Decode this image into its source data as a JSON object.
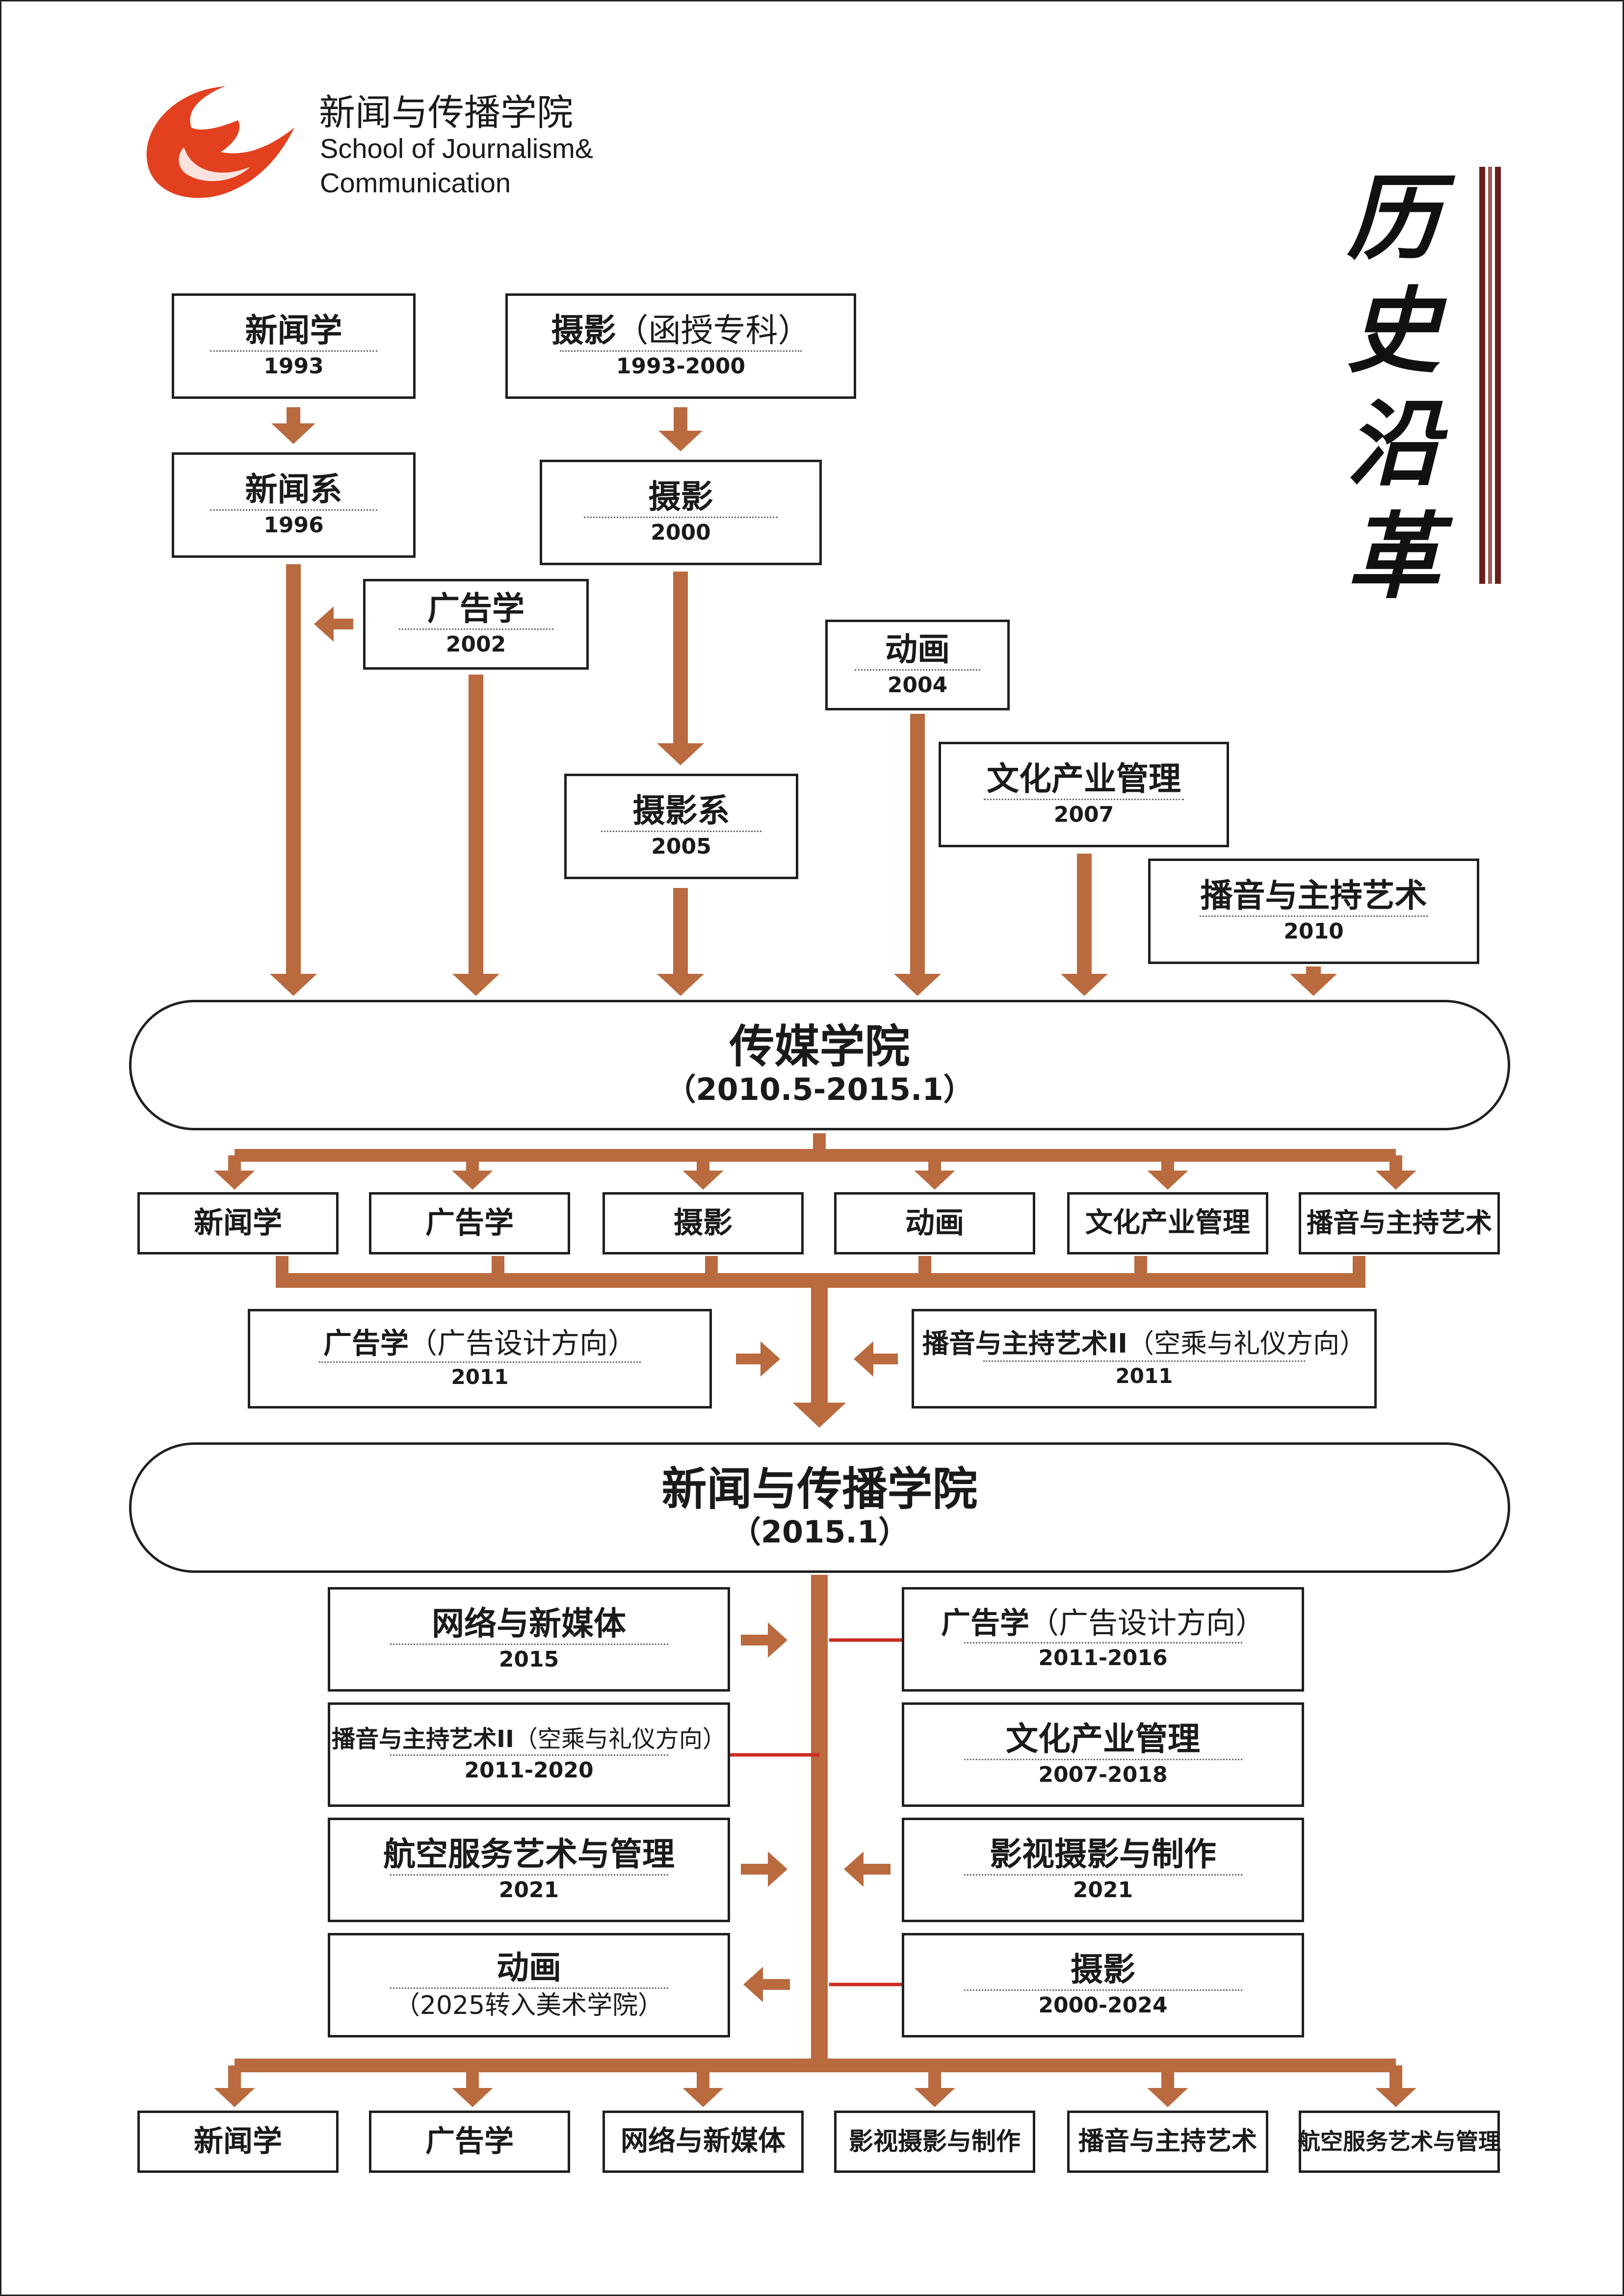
{
  "logo": {
    "name_cn": "新闻与传播学院",
    "name_en_line1": "School of Journalism&",
    "name_en_line2": "Communication"
  },
  "heading": {
    "chars": [
      "历",
      "史",
      "沿",
      "革"
    ]
  },
  "colors": {
    "arrow": "#b96a3e",
    "red_line": "#cc2a22",
    "heading_bar": "#6b1f1a",
    "logo_red": "#e2401e"
  },
  "origins": [
    {
      "name": "新闻学",
      "date": "1993"
    },
    {
      "name": "摄影",
      "name_suffix": "（函授专科）",
      "date": "1993-2000"
    },
    {
      "name": "新闻系",
      "date": "1996"
    },
    {
      "name": "摄影",
      "date": "2000"
    },
    {
      "name": "广告学",
      "date": "2002"
    },
    {
      "name": "动画",
      "date": "2004"
    },
    {
      "name": "摄影系",
      "date": "2005"
    },
    {
      "name": "文化产业管理",
      "date": "2007"
    },
    {
      "name": "播音与主持艺术",
      "date": "2010"
    }
  ],
  "college1": {
    "name": "传媒学院",
    "period": "（2010.5-2015.1）"
  },
  "college1_majors": [
    "新闻学",
    "广告学",
    "摄影",
    "动画",
    "文化产业管理",
    "播音与主持艺术"
  ],
  "additions_2011": [
    {
      "name": "广告学",
      "name_suffix": "（广告设计方向）",
      "date": "2011"
    },
    {
      "name": "播音与主持艺术II",
      "name_suffix": "（空乘与礼仪方向）",
      "date": "2011"
    }
  ],
  "college2": {
    "name": "新闻与传播学院",
    "period": "（2015.1）"
  },
  "changes": [
    {
      "name": "网络与新媒体",
      "date": "2015"
    },
    {
      "name": "广告学",
      "name_suffix": "（广告设计方向）",
      "date": "2011-2016"
    },
    {
      "name": "播音与主持艺术II",
      "name_suffix": "（空乘与礼仪方向）",
      "date": "2011-2020"
    },
    {
      "name": "文化产业管理",
      "date": "2007-2018"
    },
    {
      "name": "航空服务艺术与管理",
      "date": "2021"
    },
    {
      "name": "影视摄影与制作",
      "date": "2021"
    },
    {
      "name": "动画",
      "date": "（2025转入美术学院）"
    },
    {
      "name": "摄影",
      "date": "2000-2024"
    }
  ],
  "current_majors": [
    "新闻学",
    "广告学",
    "网络与新媒体",
    "影视摄影与制作",
    "播音与主持艺术",
    "航空服务艺术与管理"
  ]
}
